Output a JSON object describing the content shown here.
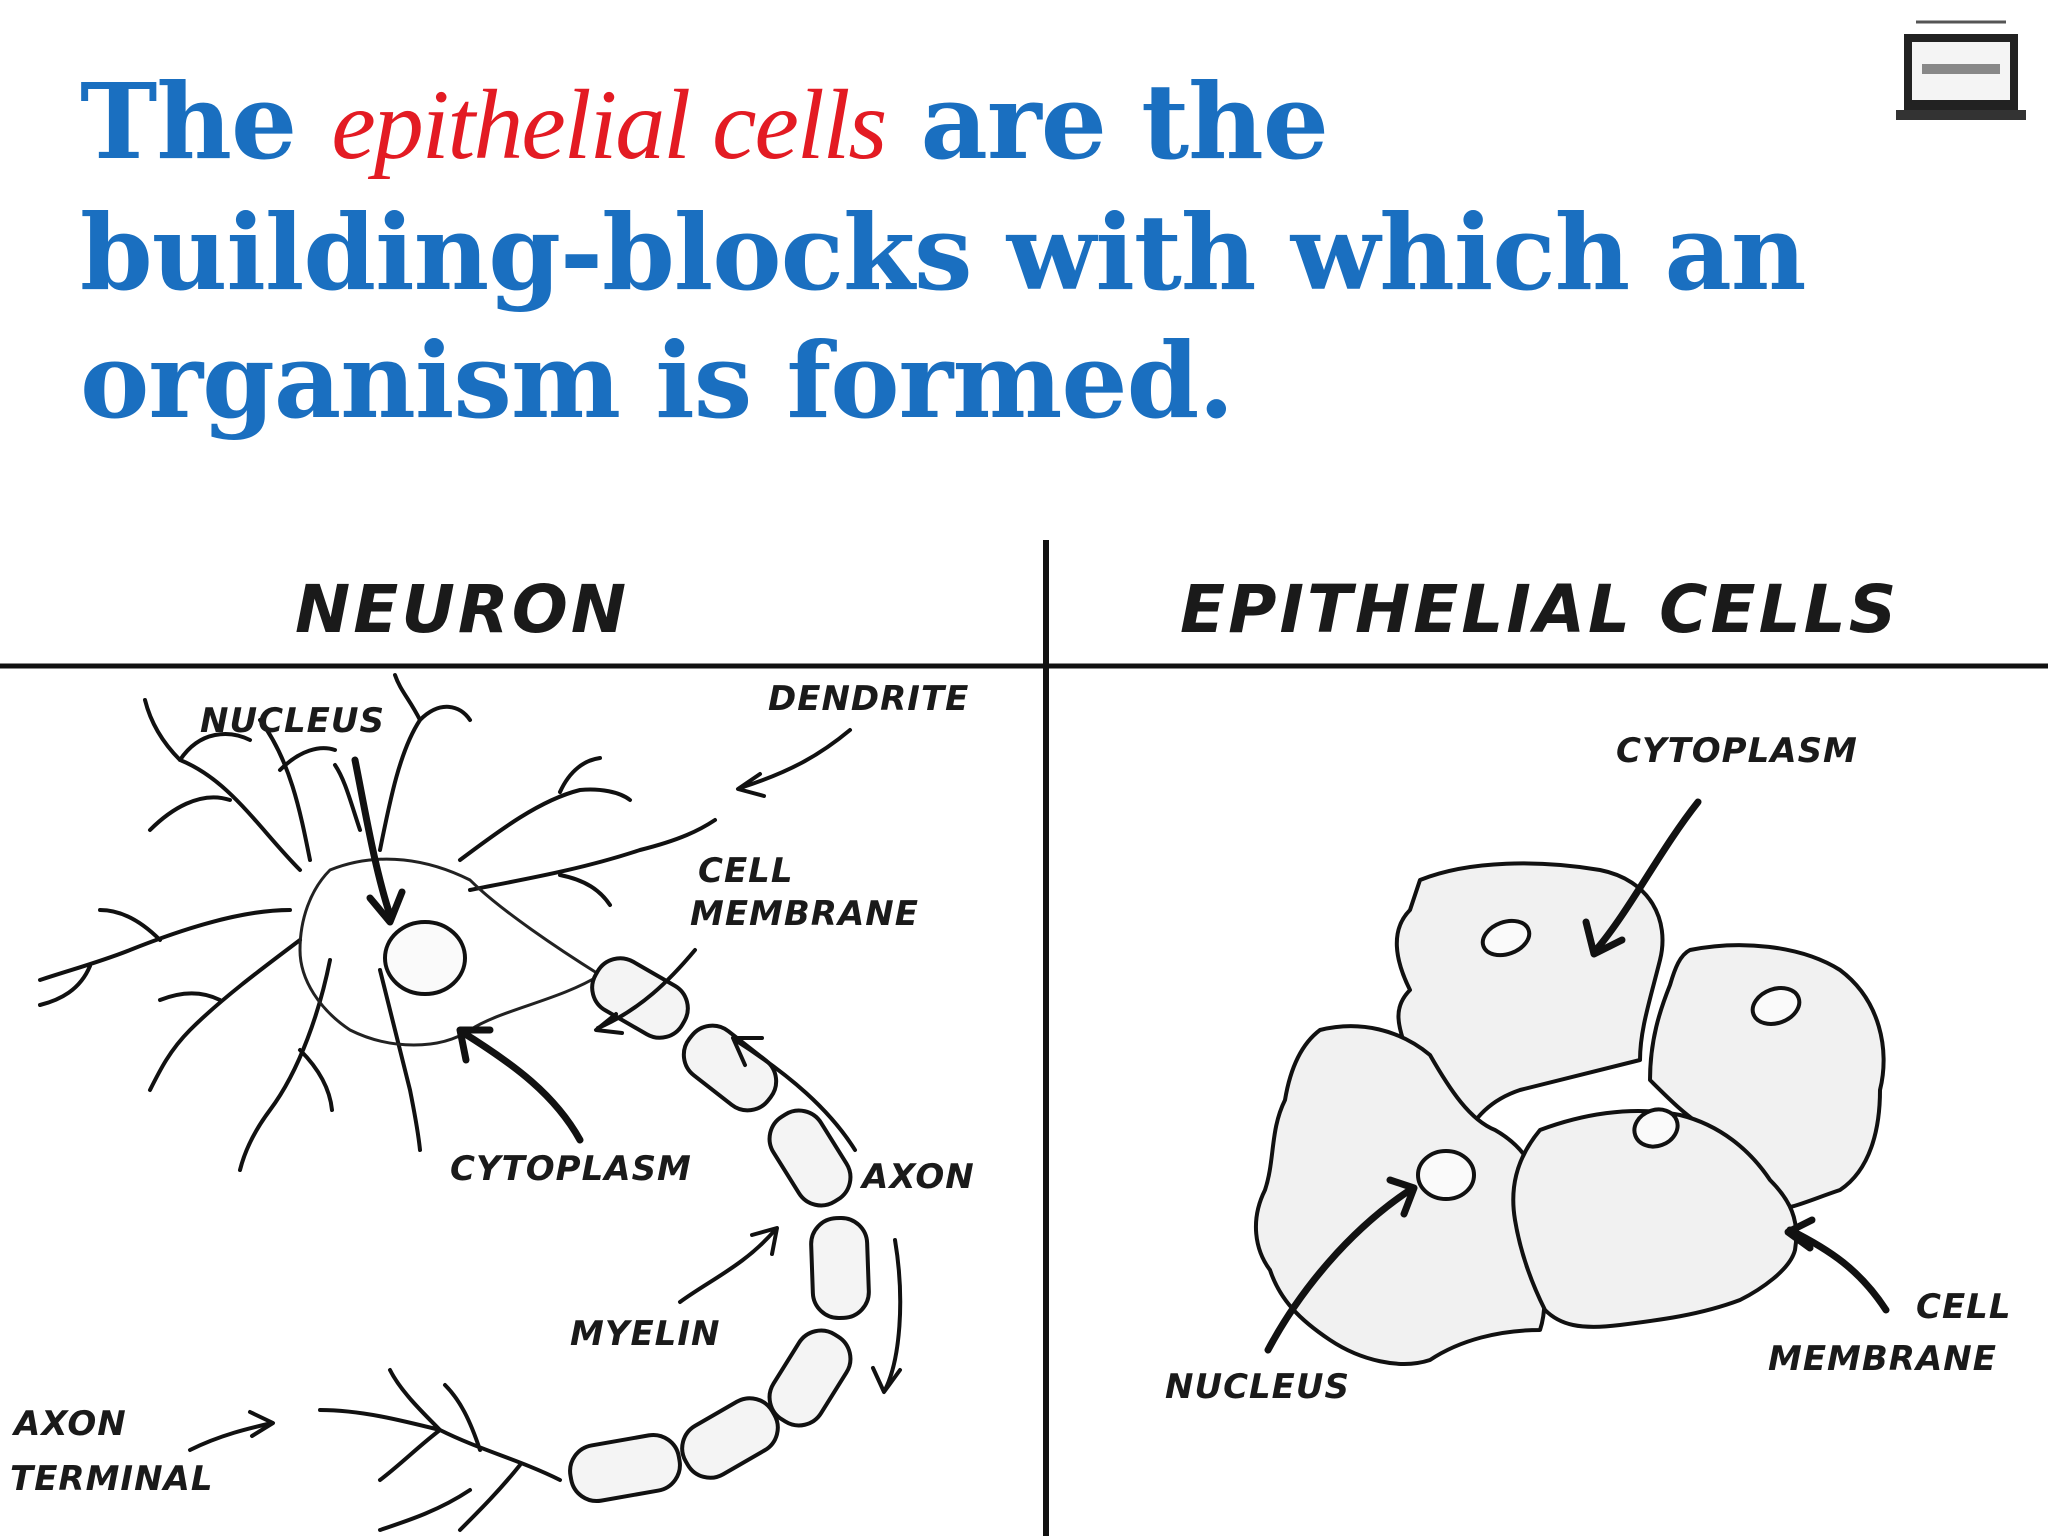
{
  "headline": {
    "part1": "The ",
    "accent": "epithelial cells",
    "part2": " are the building-blocks with which an organism is formed."
  },
  "colors": {
    "headline": "#1a6fc0",
    "accent": "#e31b23",
    "ink": "#111111"
  },
  "diagram": {
    "neuron": {
      "title": "NEURON",
      "labels": {
        "nucleus": "NUCLEUS",
        "dendrite": "DENDRITE",
        "cell_membrane_1": "CELL",
        "cell_membrane_2": "MEMBRANE",
        "cytoplasm": "CYTOPLASM",
        "axon": "AXON",
        "myelin": "MYELIN",
        "axon_terminal_1": "AXON",
        "axon_terminal_2": "TERMINAL"
      }
    },
    "epithelial": {
      "title": "EPITHELIAL CELLS",
      "labels": {
        "cytoplasm": "CYTOPLASM",
        "nucleus": "NUCLEUS",
        "cell_membrane_1": "CELL",
        "cell_membrane_2": "MEMBRANE"
      }
    }
  },
  "icons": {
    "logo": "laptop-logo-icon"
  }
}
